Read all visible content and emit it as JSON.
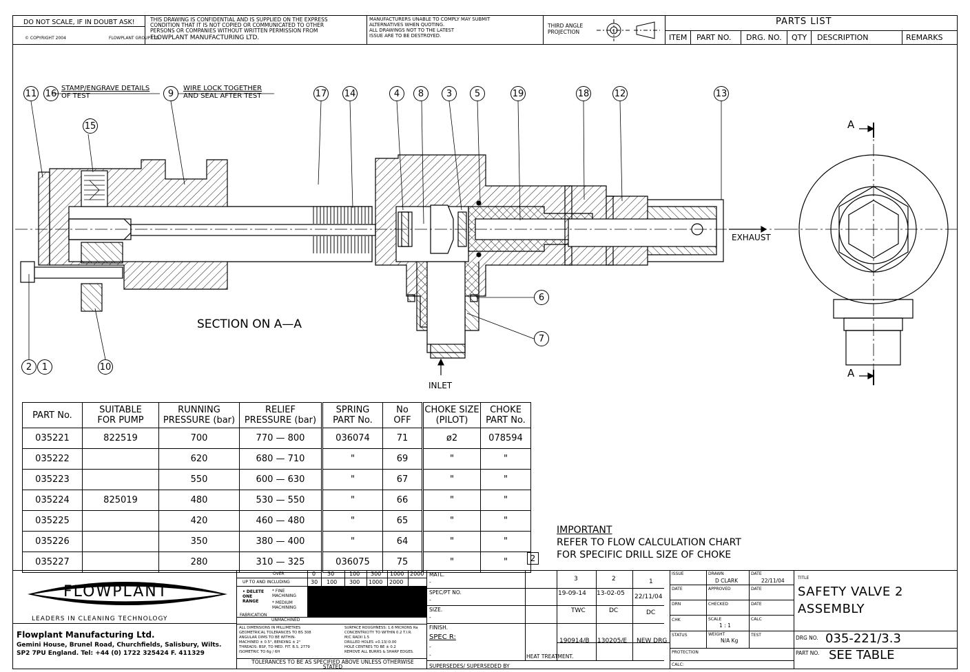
{
  "header": {
    "scale_note": "DO NOT SCALE, IF IN DOUBT ASK!",
    "copyright": "© COPYRIGHT 2004",
    "group": "FLOWPLANT GROUP LTD.",
    "confidential": [
      "THIS DRAWING IS CONFIDENTIAL AND IS SUPPLIED ON THE EXPRESS",
      "CONDITION THAT IT IS NOT COPIED OR COMMUNICATED TO OTHER",
      "PERSONS OR COMPANIES WITHOUT WRITTEN PERMISSION FROM",
      "FLOWPLANT MANUFACTURING LTD."
    ],
    "manufacturers": [
      "MANUFACTURERS UNABLE TO COMPLY MAY SUBMIT",
      "ALTERNATIVES WHEN QUOTING.",
      "ALL DRAWINGS NOT TO THE LATEST",
      "ISSUE ARE TO BE DESTROYED."
    ],
    "projection": [
      "THIRD ANGLE",
      "PROJECTION"
    ]
  },
  "parts_list": {
    "title": "PARTS LIST",
    "columns": [
      "ITEM",
      "PART NO.",
      "DRG. NO.",
      "QTY",
      "DESCRIPTION",
      "REMARKS"
    ]
  },
  "drawing": {
    "notes": {
      "stamp": [
        "STAMP/ENGRAVE DETAILS",
        "OF TEST"
      ],
      "wire": [
        "WIRE LOCK TOGETHER",
        "AND SEAL AFTER TEST"
      ],
      "section": "SECTION ON A—A",
      "exhaust": "EXHAUST",
      "inlet": "INLET",
      "section_mark": "A"
    },
    "balloons": {
      "b11": "11",
      "b16": "16",
      "b9": "9",
      "b15": "15",
      "b17": "17",
      "b14": "14",
      "b4": "4",
      "b8": "8",
      "b3": "3",
      "b5": "5",
      "b19": "19",
      "b18": "18",
      "b12": "12",
      "b13": "13",
      "b6": "6",
      "b7": "7",
      "b2": "2",
      "b1": "1",
      "b10": "10"
    }
  },
  "table": {
    "headers": [
      [
        "PART No."
      ],
      [
        "SUITABLE",
        "FOR PUMP"
      ],
      [
        "RUNNING",
        "PRESSURE (bar)"
      ],
      [
        "RELIEF",
        "PRESSURE (bar)"
      ],
      [
        "SPRING",
        "PART No."
      ],
      [
        "No",
        "OFF"
      ],
      [
        "CHOKE SIZE",
        "(PILOT)"
      ],
      [
        "CHOKE",
        "PART No."
      ]
    ],
    "rows": [
      [
        "035221",
        "822519",
        "700",
        "770 — 800",
        "036074",
        "71",
        "ø2",
        "078594"
      ],
      [
        "035222",
        "",
        "620",
        "680 — 710",
        "\"",
        "69",
        "\"",
        "\""
      ],
      [
        "035223",
        "",
        "550",
        "600 — 630",
        "\"",
        "67",
        "\"",
        "\""
      ],
      [
        "035224",
        "825019",
        "480",
        "530 — 550",
        "\"",
        "66",
        "\"",
        "\""
      ],
      [
        "035225",
        "",
        "420",
        "460 — 480",
        "\"",
        "65",
        "\"",
        "\""
      ],
      [
        "035226",
        "",
        "350",
        "380 — 400",
        "\"",
        "64",
        "\"",
        "\""
      ],
      [
        "035227",
        "",
        "280",
        "310 — 325",
        "036075",
        "75",
        "\"",
        "\""
      ]
    ],
    "issue_flag": "2"
  },
  "important": {
    "heading": "IMPORTANT",
    "line1": "REFER TO FLOW CALCULATION CHART",
    "line2": "FOR SPECIFIC DRILL SIZE OF CHOKE"
  },
  "titleblock": {
    "logo": "FLOWPLANT",
    "tagline": "LEADERS IN CLEANING TECHNOLOGY",
    "company": "Flowplant Manufacturing Ltd.",
    "address1": "Gemini House, Brunel Road, Churchfields, Salisbury, Wilts.",
    "address2": "SP2 7PU England. Tel: +44 (0) 1722 325424 F. 411329",
    "over": "OVER",
    "upto": "UP TO AND INCLUDING",
    "over_vals": [
      "0",
      "30",
      "100",
      "300",
      "1000",
      "2000"
    ],
    "upto_vals": [
      "30",
      "100",
      "300",
      "1000",
      "2000"
    ],
    "delete": "• DELETE ONE RANGE",
    "fine": "* FINE MACHINING",
    "medium": "* MEDIUM MACHINING",
    "fabrication": "FABRICATION",
    "unmachined": "UNMACHINED",
    "tol_left": [
      "ALL DIMENSIONS IN MILLIMETRES",
      "GEOMETRICAL TOLERANCES TO BS 308",
      "ANGULAR DIMS TO BE WITHIN-",
      "MACHINED ± 0.5°,     BENDING ± 2°",
      "THREADS: BSP, TO MED. FIT. B.S. 2779",
      "ISOMETRIC TO 6g / 6H"
    ],
    "tol_right": [
      "SURFACE ROUGHNESS: 1.6 MICRONS Ra",
      "CONCENTRICITY TO WITHIN 0.2 T.I.R.",
      "M/C RADII 1.5",
      "DRILLED HOLES +0.13/-0.00",
      "HOLE CENTRES TO BE ± 0.2",
      "REMOVE ALL BURRS & SHARP EDGES."
    ],
    "tol_note": "TOLERANCES TO BE AS SPECIFIED ABOVE UNLESS OTHERWISE STATED",
    "matl": "MATL.",
    "spec_pt": "SPEC/PT NO.",
    "size": "SIZE.",
    "finish": "FINISH.",
    "spec_r": "SPEC R:",
    "dash": "-",
    "supersedes": "SUPERSEDES/ SUPERSEDED BY",
    "heat": "HEAT TREATMENT.",
    "rev_nums": [
      "3",
      "2",
      "1"
    ],
    "rev_dates": [
      "19-09-14",
      "13-02-05",
      "22/11/04"
    ],
    "rev_by": [
      "TWC",
      "DC",
      "DC"
    ],
    "rev_issue": [
      "190914/B",
      "130205/E",
      "NEW DRG"
    ],
    "issue": "ISSUE",
    "date": "DATE",
    "drn": "DRN",
    "chk": "CHK",
    "status": "STATUS",
    "drawn": "DRAWN",
    "drawn_by": "D CLARK",
    "date_lbl": "DATE",
    "drawn_date": "22/11/04",
    "approved": "APPROVED",
    "checked": "CHECKED",
    "scale": "SCALE",
    "scale_val": "1 : 1",
    "calc": "CALC",
    "weight": "WEIGHT",
    "weight_val": "N/A  Kg",
    "test": "TEST",
    "protection": "PROTECTION",
    "calc2": "CALC:",
    "title_lbl": "TITLE",
    "title1": "SAFETY VALVE 2",
    "title2": "ASSEMBLY",
    "drg_lbl": "DRG NO.",
    "drg_no": "035-221/3.3",
    "part_lbl": "PART NO.",
    "part_no": "SEE TABLE"
  }
}
